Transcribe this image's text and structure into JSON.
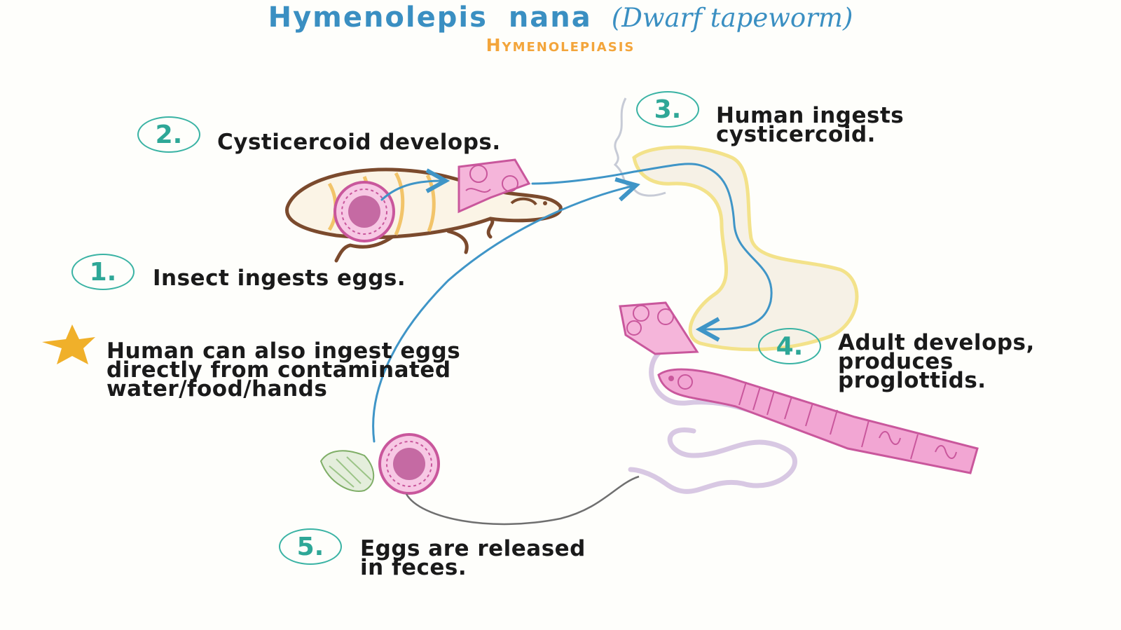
{
  "title": {
    "scientific_name": "Hymenolepis nana",
    "common_name": "(Dwarf tapeworm)",
    "disease": "Hymenolepiasis"
  },
  "steps": [
    {
      "number": "1.",
      "text": "Insect ingests eggs."
    },
    {
      "number": "2.",
      "text": "Cysticercoid develops."
    },
    {
      "number": "3.",
      "line1": "Human ingests",
      "line2": "cysticercoid."
    },
    {
      "number": "4.",
      "line1": "Adult develops,",
      "line2": "produces",
      "line3": "proglottids."
    },
    {
      "number": "5.",
      "line1": "Eggs are released",
      "line2": "in feces."
    }
  ],
  "note": {
    "icon": "star-icon",
    "line1": "Human can also ingest eggs",
    "line2": "directly from contaminated",
    "line3": "water/food/hands"
  },
  "colors": {
    "title": "#3a8fc2",
    "subtitle": "#f3a53b",
    "badge": "#3ab3a4",
    "arrow": "#3f95c7",
    "egg": "#c9579c",
    "worm": "#f2a6d3",
    "star": "#f0b02a"
  }
}
